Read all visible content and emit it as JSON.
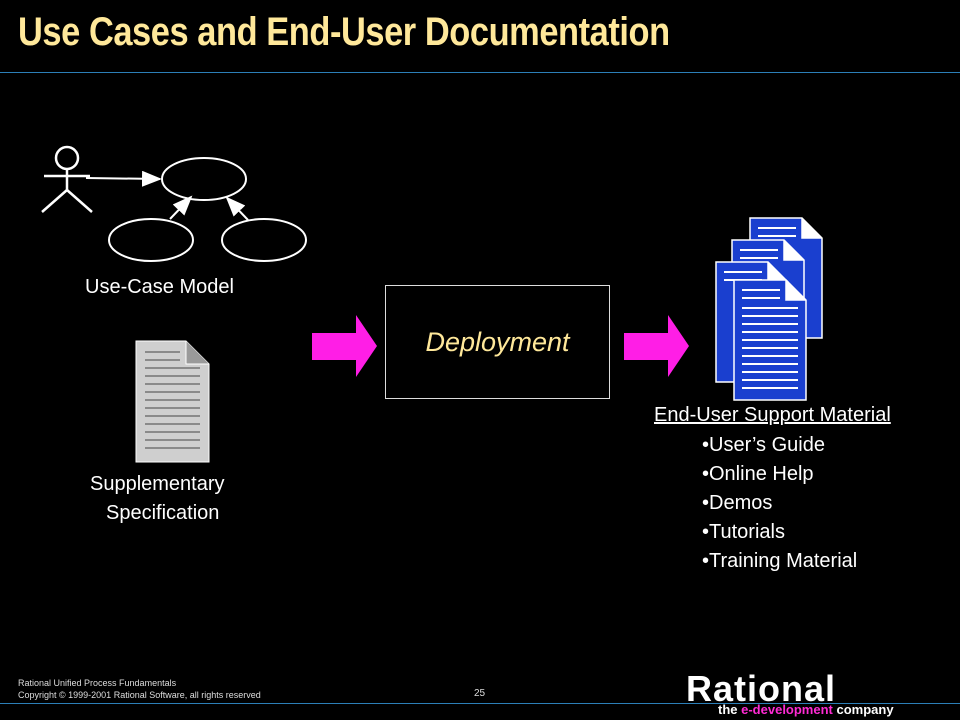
{
  "title": "Use Cases and End-User Documentation",
  "use_case_model_label": "Use-Case Model",
  "supplementary_label_line1": "Supplementary",
  "supplementary_label_line2": "Specification",
  "deployment_label": "Deployment",
  "support": {
    "title": "End-User Support Material",
    "items": [
      "•User’s Guide",
      "•Online Help",
      "•Demos",
      "•Tutorials",
      "•Training Material"
    ]
  },
  "footer": {
    "line1": "Rational Unified Process Fundamentals",
    "line2": "Copyright © 1999-2001 Rational Software, all rights reserved",
    "page": "25"
  },
  "logo": {
    "name": "Rational",
    "tagline_pre": "the ",
    "tagline_hl": "e-development",
    "tagline_post": " company"
  },
  "colors": {
    "title": "#ffe89a",
    "arrow": "#ff1ee6",
    "doc_blue": "#1a3fcf",
    "accent": "#ff2ad4"
  }
}
